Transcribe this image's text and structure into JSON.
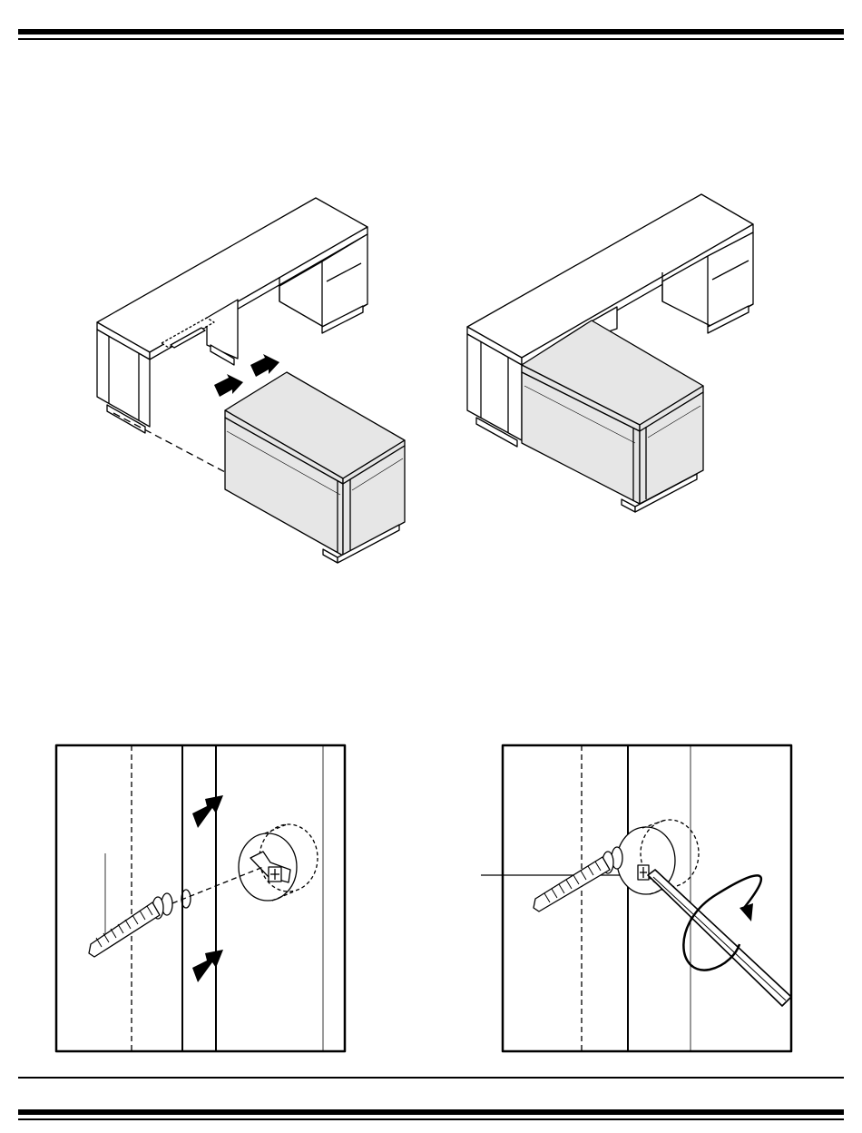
{
  "page": {
    "header": {
      "decoration": "double-rule"
    },
    "footer": {
      "decoration": "double-rule"
    }
  },
  "figures": [
    {
      "id": "desk-return-before",
      "description_icons": [
        "push-arrow-icon",
        "push-arrow-icon"
      ]
    },
    {
      "id": "desk-return-after"
    },
    {
      "id": "connector-insert-detail",
      "description_icons": [
        "push-arrow-icon",
        "push-arrow-icon",
        "cam-lock-icon",
        "connector-bolt-icon"
      ]
    },
    {
      "id": "cam-lock-tighten-detail",
      "description_icons": [
        "screwdriver-icon",
        "rotate-arrow-icon",
        "cam-lock-icon",
        "connector-bolt-icon"
      ]
    }
  ],
  "colors": {
    "line": "#000000",
    "panel_fill": "#e6e6e6",
    "background": "#ffffff"
  }
}
